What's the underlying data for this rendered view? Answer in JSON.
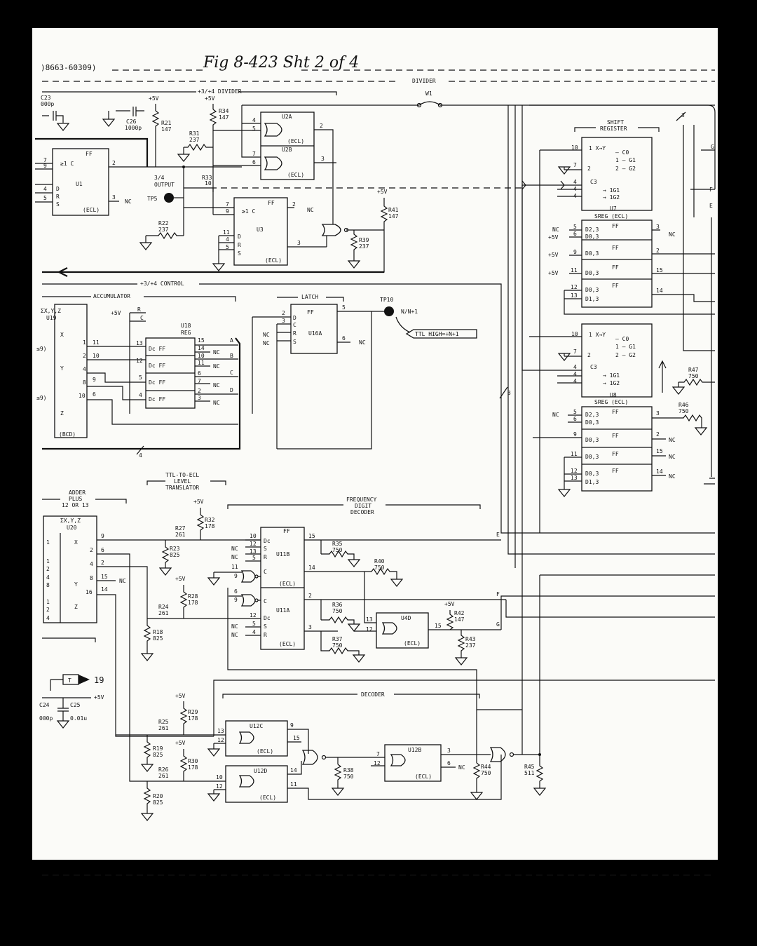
{
  "header": {
    "part_number": ")8663-60309)",
    "handwritten_note": "Fig 8-423   Sht 2 of 4",
    "divider_label": "DIVIDER",
    "w1": "W1"
  },
  "sections": {
    "div34": "+3/+4 DIVIDER",
    "control34": "+3/+4 CONTROL",
    "accumulator": "ACCUMULATOR",
    "latch": "LATCH",
    "shift_register": [
      "SHIFT",
      "REGISTER"
    ],
    "ttl_ecl": [
      "TTL-TO-ECL",
      "LEVEL",
      "TRANSLATOR"
    ],
    "adder": [
      "ADDER",
      "PLUS",
      "12 OR 13"
    ],
    "freq_decoder": [
      "FREQUENCY",
      "DIGIT",
      "DECODER"
    ],
    "decoder": "DECODER"
  },
  "power": {
    "vcc": "+5V"
  },
  "nc": "NC",
  "ecl": "(ECL)",
  "ff": "FF",
  "components": {
    "c23": [
      "C23",
      "000p"
    ],
    "c26": [
      "C26",
      "1000p"
    ],
    "c24": [
      "C24",
      "000p"
    ],
    "c25": [
      "C25",
      "0.01u"
    ],
    "r21": [
      "R21",
      "147"
    ],
    "r31": [
      "R31",
      "237"
    ],
    "r34": [
      "R34",
      "147"
    ],
    "r33": [
      "R33",
      "10"
    ],
    "r22": [
      "R22",
      "237"
    ],
    "r41": [
      "R41",
      "147"
    ],
    "r39": [
      "R39",
      "237"
    ],
    "r47": [
      "R47",
      "750"
    ],
    "r46": [
      "R46",
      "750"
    ],
    "r32": [
      "R32",
      "178"
    ],
    "r27": [
      "R27",
      "261"
    ],
    "r23": [
      "R23",
      "825"
    ],
    "r35": [
      "R35",
      "750"
    ],
    "r40": [
      "R40",
      "750"
    ],
    "r28": [
      "R28",
      "178"
    ],
    "r24": [
      "R24",
      "261"
    ],
    "r18": [
      "R18",
      "825"
    ],
    "r36": [
      "R36",
      "750"
    ],
    "r37": [
      "R37",
      "750"
    ],
    "r42": [
      "R42",
      "147"
    ],
    "r43": [
      "R43",
      "237"
    ],
    "r29": [
      "R29",
      "178"
    ],
    "r25": [
      "R25",
      "261"
    ],
    "r19": [
      "R19",
      "825"
    ],
    "r30": [
      "R30",
      "178"
    ],
    "r26": [
      "R26",
      "261"
    ],
    "r20": [
      "R20",
      "825"
    ],
    "r38": [
      "R38",
      "750"
    ],
    "r44": [
      "R44",
      "750"
    ],
    "r45": [
      "R45",
      "511"
    ]
  },
  "chips": {
    "u1": "U1",
    "u2a": "U2A",
    "u2b": "U2B",
    "u3": "U3",
    "u7": [
      "U7",
      "SREG (ECL)"
    ],
    "u8": [
      "U8",
      "SREG (ECL)"
    ],
    "u18": [
      "U18",
      "REG"
    ],
    "u16a": "U16A",
    "u19": [
      "ΣX,Y,Z",
      "U19"
    ],
    "u20": [
      "ΣX,Y,Z",
      "U20"
    ],
    "u11b": "U11B",
    "u11a": "U11A",
    "u4d": "U4D",
    "u12c": "U12C",
    "u12d": "U12D",
    "u12b": "U12B"
  },
  "test_points": {
    "tp5": [
      "3/4",
      "OUTPUT",
      "TP5"
    ],
    "tp10": [
      "TP10",
      "N/N+1"
    ],
    "ttl_note": "TTL HIGH=÷N+1"
  },
  "signals": {
    "bcd": "(BCD)",
    "connector_t": "T",
    "connector_num": "19",
    "bus3": "3",
    "bus4": "4",
    "e": "E",
    "f": "F",
    "g": "G"
  }
}
